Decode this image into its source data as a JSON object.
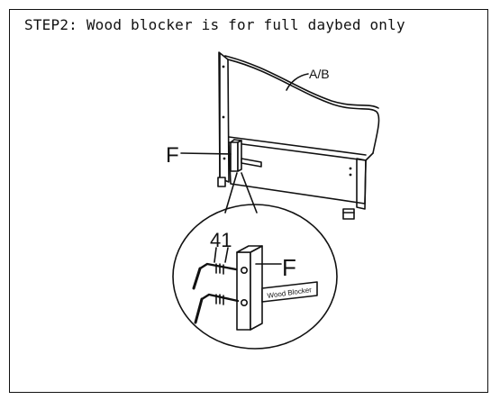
{
  "step": {
    "title": "STEP2: Wood blocker is for full daybed only"
  },
  "labels": {
    "part_ab": "A/B",
    "part_f_main": "F",
    "part_f_detail": "F",
    "hardware_41": "41",
    "wood_blocker": "Wood Blocker"
  },
  "colors": {
    "line": "#111111",
    "background": "#ffffff"
  }
}
